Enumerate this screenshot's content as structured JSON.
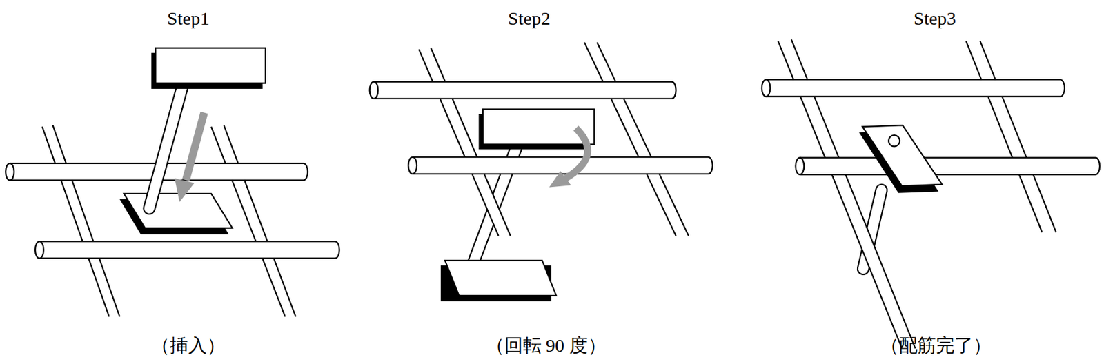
{
  "diagram": {
    "labels": [
      "Step1",
      "Step2",
      "Step3",
      "（挿入）",
      "（回転 90 度）",
      "（配筋完了）"
    ]
  }
}
